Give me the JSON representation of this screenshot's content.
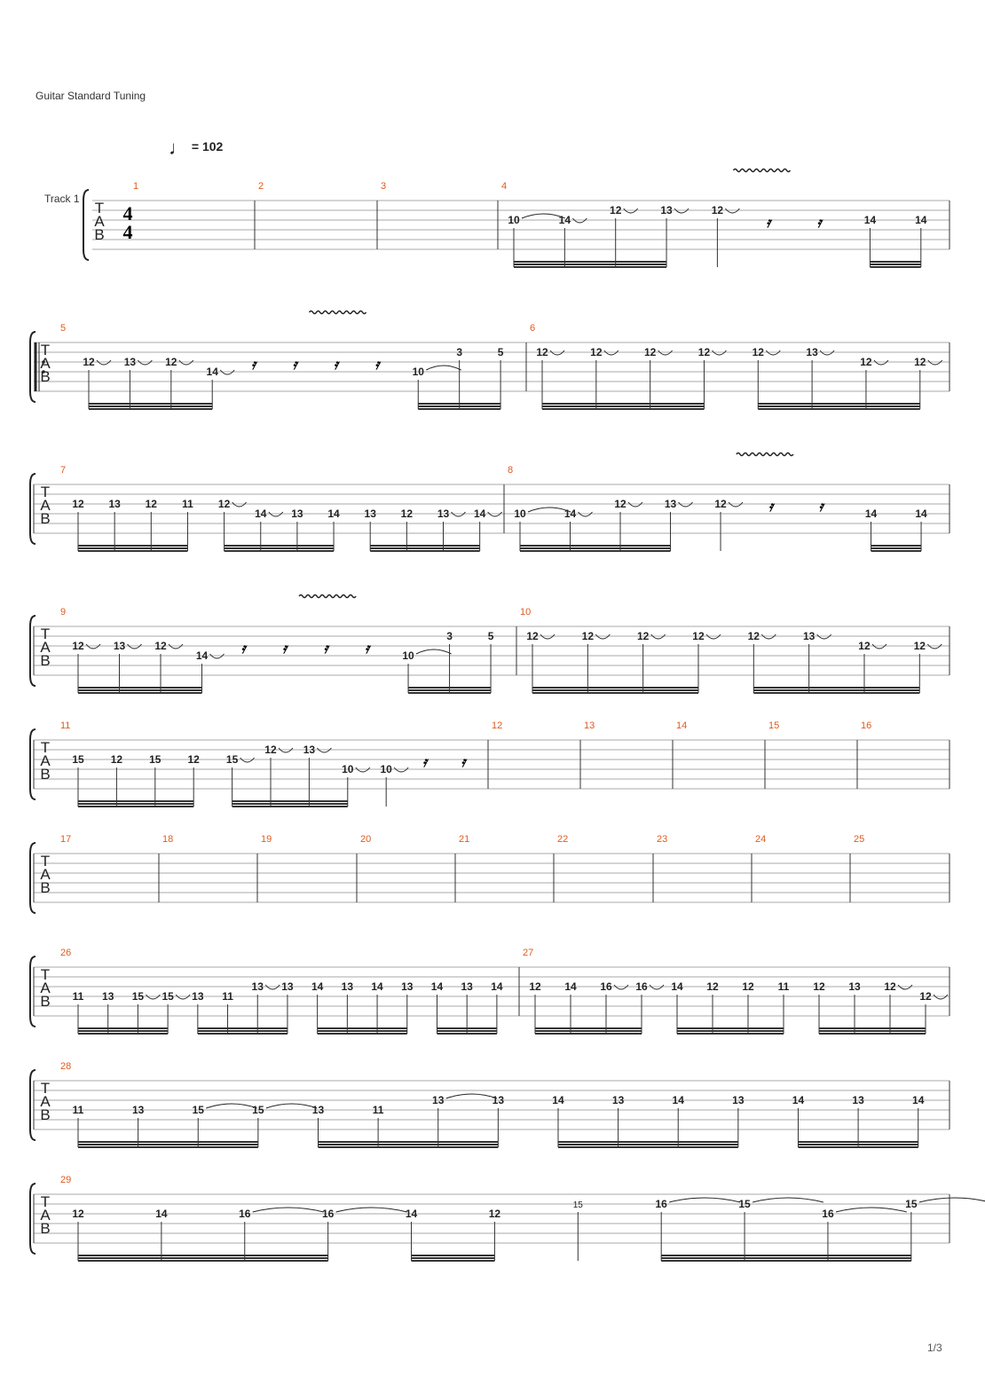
{
  "header": {
    "tuning": "Guitar Standard Tuning",
    "tempo_symbol": "♩",
    "tempo": "= 102",
    "track_name": "Track 1",
    "time_signature": [
      "4",
      "4"
    ],
    "tab_letters": [
      "T",
      "A",
      "B"
    ]
  },
  "systems": [
    {
      "measures": [
        {
          "number": "1",
          "notes": []
        },
        {
          "number": "2",
          "notes": []
        },
        {
          "number": "3",
          "notes": []
        },
        {
          "number": "4",
          "vibrato": true,
          "notes": [
            {
              "fret": "10",
              "string": 3,
              "tie": "long"
            },
            {
              "fret": "14",
              "string": 3,
              "tie": "short"
            },
            {
              "fret": "12",
              "string": 2,
              "tie": "short"
            },
            {
              "fret": "13",
              "string": 2,
              "tie": "short"
            },
            {
              "fret": "12",
              "string": 2,
              "tie": "short"
            },
            {
              "rest": true
            },
            {
              "rest": true
            },
            {
              "fret": "14",
              "string": 3
            },
            {
              "fret": "14",
              "string": 3
            }
          ]
        }
      ]
    },
    {
      "repeat_start": true,
      "measures": [
        {
          "number": "5",
          "vibrato": true,
          "notes": [
            {
              "fret": "12",
              "string": 3,
              "tie": "short"
            },
            {
              "fret": "13",
              "string": 3,
              "tie": "short"
            },
            {
              "fret": "12",
              "string": 3,
              "tie": "short"
            },
            {
              "fret": "14",
              "string": 4,
              "tie": "short"
            },
            {
              "rest": true
            },
            {
              "rest": true
            },
            {
              "rest": true
            },
            {
              "rest": true
            },
            {
              "fret": "10",
              "string": 4,
              "tie": "long"
            },
            {
              "fret": "3",
              "string": 2
            },
            {
              "fret": "5",
              "string": 2
            }
          ]
        },
        {
          "number": "6",
          "notes": [
            {
              "fret": "12",
              "string": 2,
              "tie": "short"
            },
            {
              "fret": "12",
              "string": 2,
              "tie": "short"
            },
            {
              "fret": "12",
              "string": 2,
              "tie": "short"
            },
            {
              "fret": "12",
              "string": 2,
              "tie": "short"
            },
            {
              "fret": "12",
              "string": 2,
              "tie": "short"
            },
            {
              "fret": "13",
              "string": 2,
              "tie": "short"
            },
            {
              "fret": "12",
              "string": 3,
              "tie": "short"
            },
            {
              "fret": "12",
              "string": 3,
              "tie": "short"
            }
          ]
        }
      ]
    },
    {
      "measures": [
        {
          "number": "7",
          "notes": [
            {
              "fret": "12",
              "string": 3
            },
            {
              "fret": "13",
              "string": 3
            },
            {
              "fret": "12",
              "string": 3
            },
            {
              "fret": "11",
              "string": 3
            },
            {
              "fret": "12",
              "string": 3,
              "tie": "short"
            },
            {
              "fret": "14",
              "string": 4,
              "tie": "short"
            },
            {
              "fret": "13",
              "string": 4
            },
            {
              "fret": "14",
              "string": 4
            },
            {
              "fret": "13",
              "string": 4
            },
            {
              "fret": "12",
              "string": 4
            },
            {
              "fret": "13",
              "string": 4,
              "tie": "short"
            },
            {
              "fret": "14",
              "string": 4,
              "tie": "short"
            }
          ]
        },
        {
          "number": "8",
          "vibrato": true,
          "notes": [
            {
              "fret": "10",
              "string": 4,
              "tie": "long"
            },
            {
              "fret": "14",
              "string": 4,
              "tie": "short"
            },
            {
              "fret": "12",
              "string": 3,
              "tie": "short"
            },
            {
              "fret": "13",
              "string": 3,
              "tie": "short"
            },
            {
              "fret": "12",
              "string": 3,
              "tie": "short"
            },
            {
              "rest": true
            },
            {
              "rest": true
            },
            {
              "fret": "14",
              "string": 4
            },
            {
              "fret": "14",
              "string": 4
            }
          ]
        }
      ]
    },
    {
      "measures": [
        {
          "number": "9",
          "vibrato": true,
          "notes": [
            {
              "fret": "12",
              "string": 3,
              "tie": "short"
            },
            {
              "fret": "13",
              "string": 3,
              "tie": "short"
            },
            {
              "fret": "12",
              "string": 3,
              "tie": "short"
            },
            {
              "fret": "14",
              "string": 4,
              "tie": "short"
            },
            {
              "rest": true
            },
            {
              "rest": true
            },
            {
              "rest": true
            },
            {
              "rest": true
            },
            {
              "fret": "10",
              "string": 4,
              "tie": "long"
            },
            {
              "fret": "3",
              "string": 2
            },
            {
              "fret": "5",
              "string": 2
            }
          ]
        },
        {
          "number": "10",
          "notes": [
            {
              "fret": "12",
              "string": 2,
              "tie": "short"
            },
            {
              "fret": "12",
              "string": 2,
              "tie": "short"
            },
            {
              "fret": "12",
              "string": 2,
              "tie": "short"
            },
            {
              "fret": "12",
              "string": 2,
              "tie": "short"
            },
            {
              "fret": "12",
              "string": 2,
              "tie": "short"
            },
            {
              "fret": "13",
              "string": 2,
              "tie": "short"
            },
            {
              "fret": "12",
              "string": 3,
              "tie": "short"
            },
            {
              "fret": "12",
              "string": 3,
              "tie": "short"
            }
          ]
        }
      ]
    },
    {
      "measures": [
        {
          "number": "11",
          "notes": [
            {
              "fret": "15",
              "string": 3
            },
            {
              "fret": "12",
              "string": 3
            },
            {
              "fret": "15",
              "string": 3
            },
            {
              "fret": "12",
              "string": 3
            },
            {
              "fret": "15",
              "string": 3,
              "tie": "short"
            },
            {
              "fret": "12",
              "string": 2,
              "tie": "short"
            },
            {
              "fret": "13",
              "string": 2,
              "tie": "short"
            },
            {
              "fret": "10",
              "string": 4,
              "tie": "short"
            },
            {
              "fret": "10",
              "string": 4,
              "tie": "short"
            },
            {
              "rest": true
            },
            {
              "rest": true
            }
          ]
        },
        {
          "number": "12",
          "notes": []
        },
        {
          "number": "13",
          "notes": []
        },
        {
          "number": "14",
          "notes": []
        },
        {
          "number": "15",
          "notes": []
        },
        {
          "number": "16",
          "notes": []
        }
      ]
    },
    {
      "measures": [
        {
          "number": "17",
          "notes": []
        },
        {
          "number": "18",
          "notes": []
        },
        {
          "number": "19",
          "notes": []
        },
        {
          "number": "20",
          "notes": []
        },
        {
          "number": "21",
          "notes": []
        },
        {
          "number": "22",
          "notes": []
        },
        {
          "number": "23",
          "notes": []
        },
        {
          "number": "24",
          "notes": []
        },
        {
          "number": "25",
          "notes": []
        }
      ]
    },
    {
      "measures": [
        {
          "number": "26",
          "notes": [
            {
              "fret": "11",
              "string": 4
            },
            {
              "fret": "13",
              "string": 4
            },
            {
              "fret": "15",
              "string": 4,
              "tie": "short"
            },
            {
              "fret": "15",
              "string": 4,
              "tie": "short"
            },
            {
              "fret": "13",
              "string": 4
            },
            {
              "fret": "11",
              "string": 4
            },
            {
              "fret": "13",
              "string": 3,
              "tie": "short"
            },
            {
              "fret": "13",
              "string": 3
            },
            {
              "fret": "14",
              "string": 3
            },
            {
              "fret": "13",
              "string": 3
            },
            {
              "fret": "14",
              "string": 3
            },
            {
              "fret": "13",
              "string": 3
            },
            {
              "fret": "14",
              "string": 3
            },
            {
              "fret": "13",
              "string": 3
            },
            {
              "fret": "14",
              "string": 3
            }
          ]
        },
        {
          "number": "27",
          "notes": [
            {
              "fret": "12",
              "string": 3
            },
            {
              "fret": "14",
              "string": 3
            },
            {
              "fret": "16",
              "string": 3,
              "tie": "short"
            },
            {
              "fret": "16",
              "string": 3,
              "tie": "short"
            },
            {
              "fret": "14",
              "string": 3
            },
            {
              "fret": "12",
              "string": 3
            },
            {
              "fret": "12",
              "string": 3
            },
            {
              "fret": "11",
              "string": 3
            },
            {
              "fret": "12",
              "string": 3
            },
            {
              "fret": "13",
              "string": 3
            },
            {
              "fret": "12",
              "string": 3,
              "tie": "short"
            },
            {
              "fret": "12",
              "string": 4,
              "tie": "short"
            }
          ]
        }
      ]
    },
    {
      "measures": [
        {
          "number": "28",
          "notes": [
            {
              "fret": "11",
              "string": 4
            },
            {
              "fret": "13",
              "string": 4
            },
            {
              "fret": "15",
              "string": 4,
              "tie": "long"
            },
            {
              "fret": "15",
              "string": 4,
              "tie": "long"
            },
            {
              "fret": "13",
              "string": 4
            },
            {
              "fret": "11",
              "string": 4
            },
            {
              "fret": "13",
              "string": 3,
              "tie": "long"
            },
            {
              "fret": "13",
              "string": 3
            },
            {
              "fret": "14",
              "string": 3
            },
            {
              "fret": "13",
              "string": 3
            },
            {
              "fret": "14",
              "string": 3
            },
            {
              "fret": "13",
              "string": 3
            },
            {
              "fret": "14",
              "string": 3
            },
            {
              "fret": "13",
              "string": 3
            },
            {
              "fret": "14",
              "string": 3
            }
          ]
        }
      ]
    },
    {
      "measures": [
        {
          "number": "29",
          "notes": [
            {
              "fret": "12",
              "string": 3
            },
            {
              "fret": "14",
              "string": 3
            },
            {
              "fret": "16",
              "string": 3,
              "tie": "long"
            },
            {
              "fret": "16",
              "string": 3,
              "tie": "long"
            },
            {
              "fret": "14",
              "string": 3
            },
            {
              "fret": "12",
              "string": 3
            },
            {
              "fret": "15",
              "string": 2,
              "grace": true
            },
            {
              "fret": "16",
              "string": 2,
              "tie": "long"
            },
            {
              "fret": "15",
              "string": 2,
              "tie": "long"
            },
            {
              "fret": "16",
              "string": 3,
              "tie": "long"
            },
            {
              "fret": "15",
              "string": 2,
              "tie": "long"
            }
          ]
        }
      ]
    }
  ],
  "footer": {
    "page": "1/3"
  }
}
